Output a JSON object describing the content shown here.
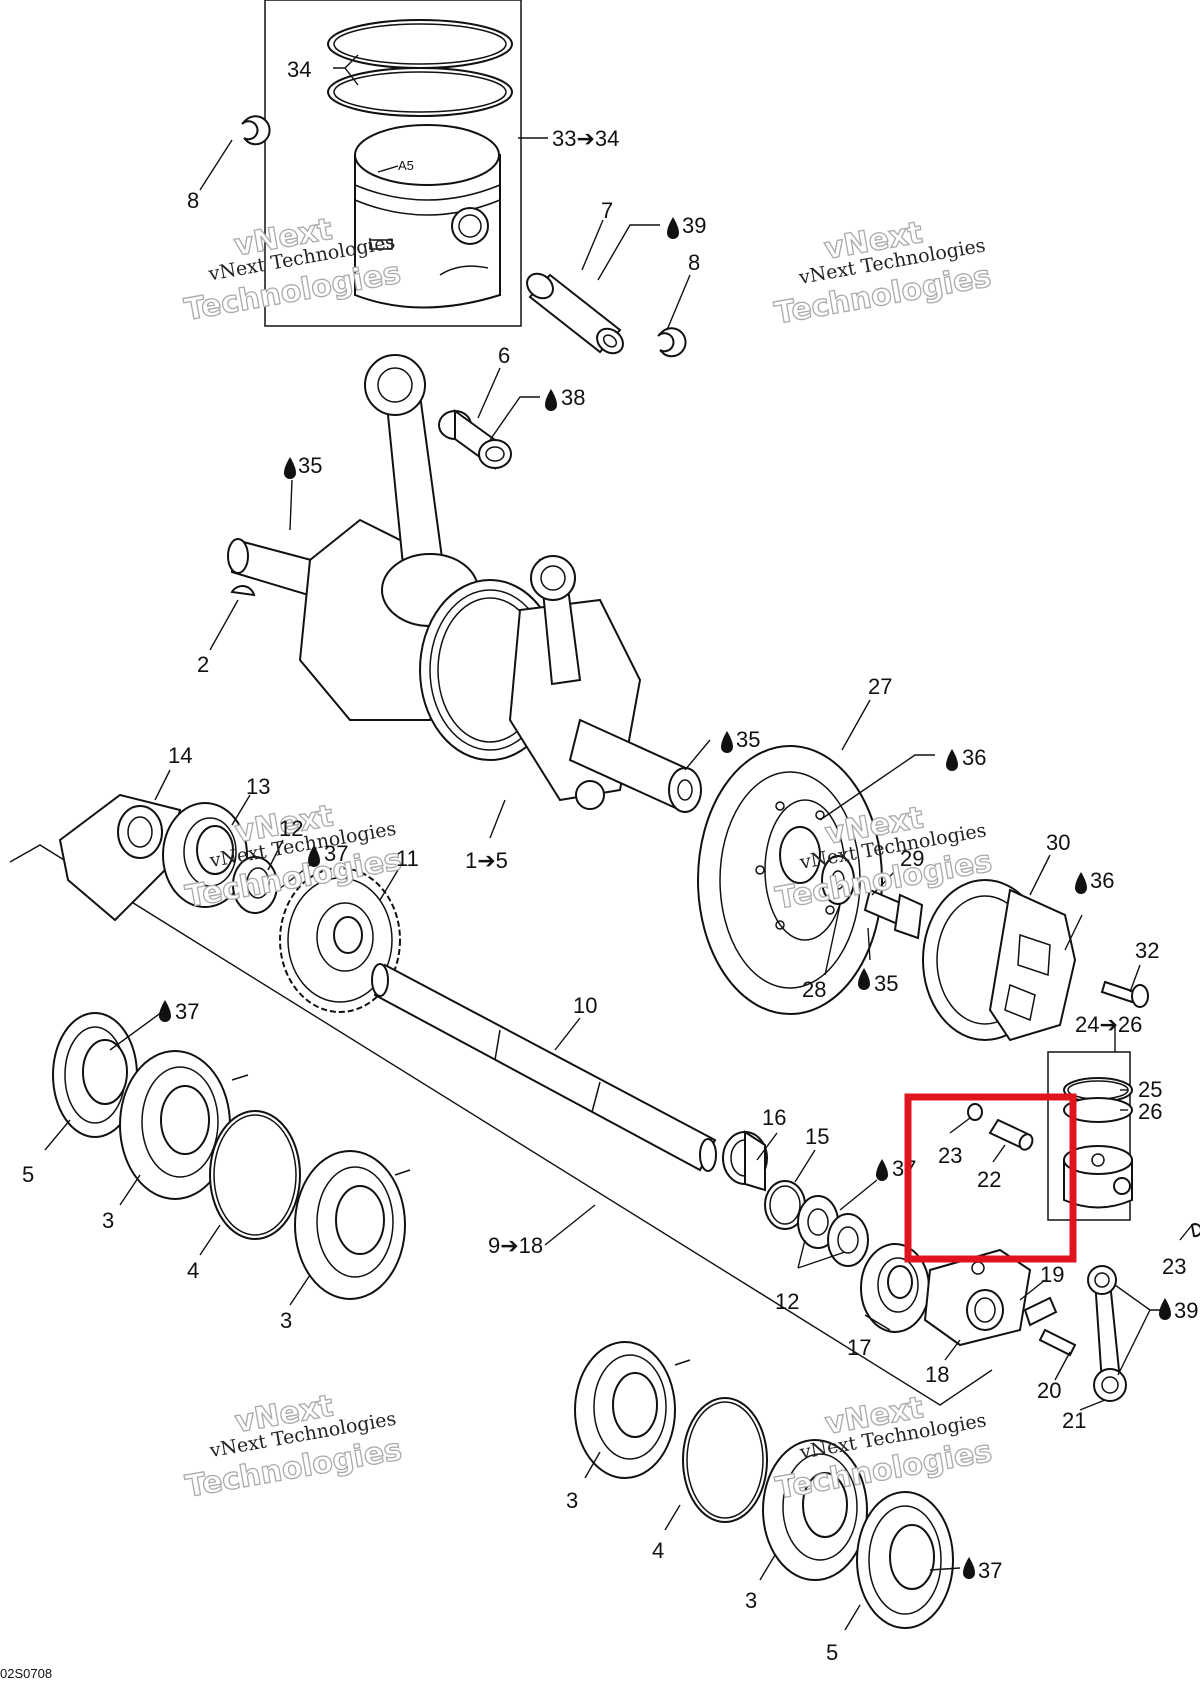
{
  "diagram": {
    "callouts": [
      {
        "id": "c34",
        "text": "34"
      },
      {
        "id": "c33_34",
        "text": "33➔34"
      },
      {
        "id": "c8a",
        "text": "8"
      },
      {
        "id": "c7",
        "text": "7"
      },
      {
        "id": "c39a",
        "text": "39",
        "oil": true
      },
      {
        "id": "c8b",
        "text": "8"
      },
      {
        "id": "c6",
        "text": "6"
      },
      {
        "id": "c38",
        "text": "38",
        "oil": true
      },
      {
        "id": "c35a",
        "text": "35",
        "oil": true
      },
      {
        "id": "c2",
        "text": "2"
      },
      {
        "id": "c27",
        "text": "27"
      },
      {
        "id": "c35b",
        "text": "35",
        "oil": true
      },
      {
        "id": "c36a",
        "text": "36",
        "oil": true
      },
      {
        "id": "c14",
        "text": "14"
      },
      {
        "id": "c13",
        "text": "13"
      },
      {
        "id": "c12a",
        "text": "12"
      },
      {
        "id": "c37a",
        "text": "37",
        "oil": true
      },
      {
        "id": "c11",
        "text": "11"
      },
      {
        "id": "c1_5",
        "text": "1➔5"
      },
      {
        "id": "c29",
        "text": "29"
      },
      {
        "id": "c30",
        "text": "30"
      },
      {
        "id": "c36b",
        "text": "36",
        "oil": true
      },
      {
        "id": "c32",
        "text": "32"
      },
      {
        "id": "c28",
        "text": "28"
      },
      {
        "id": "c35c",
        "text": "35",
        "oil": true
      },
      {
        "id": "c37b",
        "text": "37",
        "oil": true
      },
      {
        "id": "c10",
        "text": "10"
      },
      {
        "id": "c24_26",
        "text": "24➔26"
      },
      {
        "id": "c25",
        "text": "25"
      },
      {
        "id": "c26",
        "text": "26"
      },
      {
        "id": "c16",
        "text": "16"
      },
      {
        "id": "c15",
        "text": "15"
      },
      {
        "id": "c23a",
        "text": "23"
      },
      {
        "id": "c22",
        "text": "22"
      },
      {
        "id": "c37c",
        "text": "37",
        "oil": true
      },
      {
        "id": "c5a",
        "text": "5"
      },
      {
        "id": "c3a",
        "text": "3"
      },
      {
        "id": "c4a",
        "text": "4"
      },
      {
        "id": "c3b",
        "text": "3"
      },
      {
        "id": "c9_18",
        "text": "9➔18"
      },
      {
        "id": "c12b",
        "text": "12"
      },
      {
        "id": "c17",
        "text": "17"
      },
      {
        "id": "c18",
        "text": "18"
      },
      {
        "id": "c19",
        "text": "19"
      },
      {
        "id": "c23b",
        "text": "23"
      },
      {
        "id": "c39b",
        "text": "39",
        "oil": true
      },
      {
        "id": "c20",
        "text": "20"
      },
      {
        "id": "c21",
        "text": "21"
      },
      {
        "id": "c3c",
        "text": "3"
      },
      {
        "id": "c4b",
        "text": "4"
      },
      {
        "id": "c3d",
        "text": "3"
      },
      {
        "id": "c5b",
        "text": "5"
      },
      {
        "id": "c37d",
        "text": "37",
        "oil": true
      }
    ],
    "watermark": {
      "line1": "vNext Technologies",
      "line2a": "vNext",
      "line2b": "Technologies"
    },
    "piston_marking": "A5",
    "drawing_code": "02S0708",
    "highlight_color": "#e0141e"
  }
}
